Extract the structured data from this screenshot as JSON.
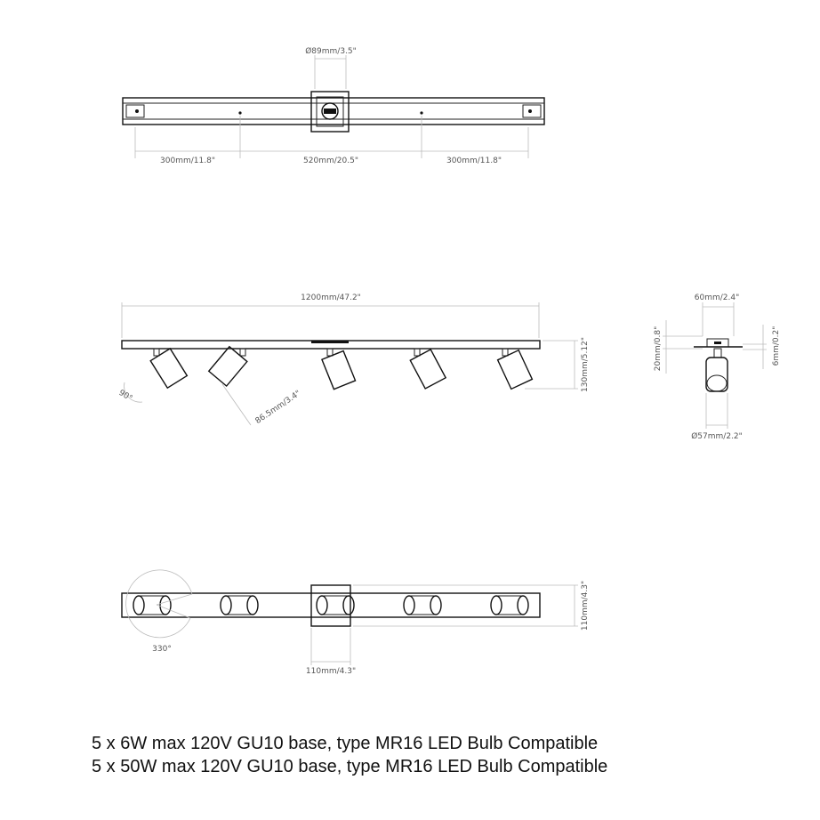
{
  "top_view": {
    "dim_center_diameter": "Ø89mm/3.5\"",
    "dim_left": "300mm/11.8\"",
    "dim_middle": "520mm/20.5\"",
    "dim_right": "300mm/11.8\""
  },
  "front_view": {
    "dim_length": "1200mm/47.2\"",
    "dim_height": "130mm/5.12\"",
    "dim_spot_length": "86.5mm/3.4\"",
    "dim_tilt_angle": "90°"
  },
  "side_view": {
    "dim_width": "60mm/2.4\"",
    "dim_left_height": "20mm/0.8\"",
    "dim_right_height": "6mm/0.2\"",
    "dim_spot_diameter": "Ø57mm/2.2\""
  },
  "bottom_view": {
    "dim_rotation_angle": "330°",
    "dim_base_width": "110mm/4.3\"",
    "dim_base_height": "110mm/4.3\""
  },
  "notes": [
    "5 x 6W max 120V GU10 base, type MR16 LED Bulb Compatible",
    "5 x 50W max 120V GU10 base, type MR16 LED Bulb Compatible"
  ]
}
